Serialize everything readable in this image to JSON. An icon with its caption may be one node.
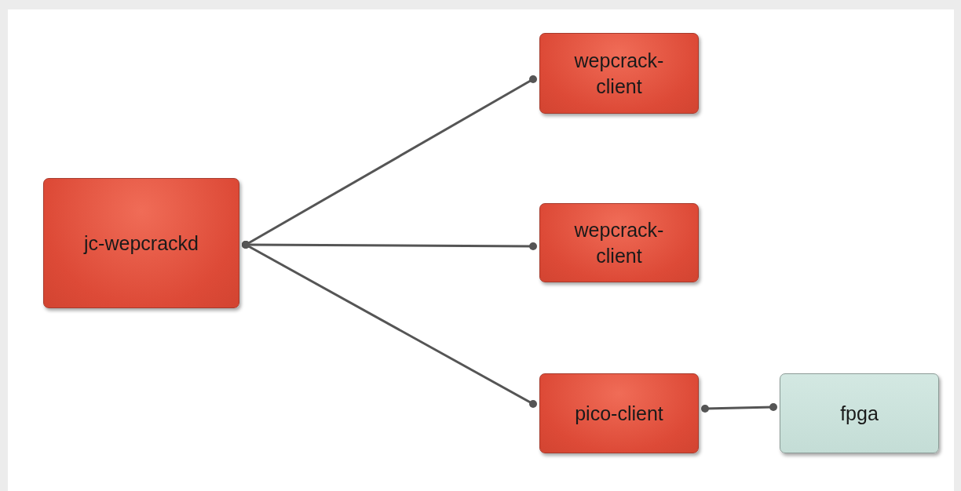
{
  "diagram": {
    "nodes": [
      {
        "text": [
          "jc-wepcrackd"
        ]
      },
      {
        "text": [
          "wepcrack-client"
        ]
      },
      {
        "text": [
          "wepcrack-client"
        ]
      },
      {
        "text": [
          "pico-client"
        ]
      },
      {
        "text": [
          "fpga"
        ]
      }
    ],
    "edges": [
      {
        "from": 0,
        "to": 1,
        "arrow": "other"
      },
      {
        "from": 0,
        "to": 2,
        "arrow": "other"
      },
      {
        "from": 0,
        "to": 3,
        "arrow": "other"
      },
      {
        "from": 3,
        "to": 4,
        "arrow": "other"
      }
    ]
  }
}
